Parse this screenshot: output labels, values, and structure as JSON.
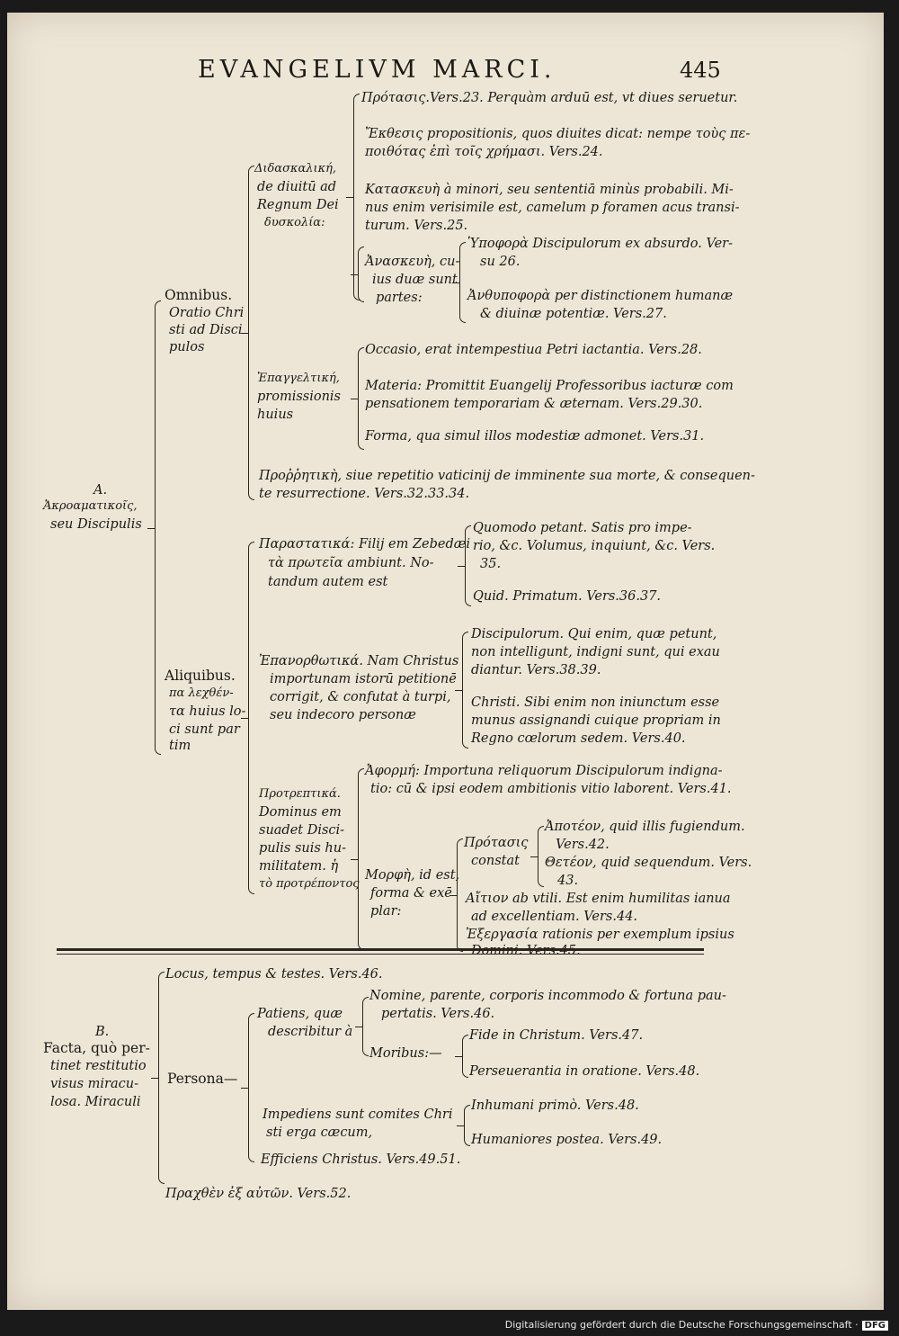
{
  "header": {
    "running_title": "EVANGELIVM MARCI.",
    "page_number": "445"
  },
  "A": {
    "label": "A.",
    "greek_head": "Ἀκροαματικοῖς,",
    "subtitle": "seu Discipulis",
    "omnibus": {
      "title": "Omnibus.",
      "desc": [
        "Oratio Chri",
        "sti ad Disci",
        "pulos"
      ],
      "didascalike": {
        "head": [
          "Διδασκαλική,",
          "de diuitū ad",
          "Regnum Dei",
          "δυσκολία:"
        ],
        "protasis": {
          "term": "Πρότασις.",
          "text": "Vers.23. Perquàm arduū est, vt diues seruetur."
        },
        "ekthesis": [
          "Ἔκθεσις propositionis, quos diuites dicat: nempe τοὺς πε-",
          "ποιθότας ἐπὶ τοῖς χρήμασι. Vers.24."
        ],
        "kataskeue": [
          "Κατασκευὴ à minori, seu sententiā minùs probabili. Mi-",
          "nus enim verisimile est, camelum p foramen acus transi-",
          "turum. Vers.25."
        ],
        "anaskeue": {
          "head": [
            "Ἀνασκευὴ, cu-",
            "ius duæ sunt",
            "partes:"
          ],
          "hypophora": [
            "Ὑποφορὰ Discipulorum ex absurdo. Ver-",
            "su 26."
          ],
          "anthypophora": [
            "Ἀνθυποφορὰ per distinctionem humanæ",
            "& diuinæ potentiæ. Vers.27."
          ]
        }
      },
      "epangeltike": {
        "head": [
          "Ἐπαγγελτική,",
          "promissionis",
          "huius"
        ],
        "occasio": "Occasio, erat intempestiua Petri iactantia. Vers.28.",
        "materia": [
          "Materia: Promittit Euangelij Professoribus iacturæ com",
          "pensationem temporariam & æternam. Vers.29.30."
        ],
        "forma": "Forma, qua simul illos modestiæ admonet. Vers.31."
      },
      "prorrhetike": [
        "Προῤῥητικὴ, siue repetitio vaticinij de imminente sua morte, & consequen-",
        "te resurrectione. Vers.32.33.34."
      ]
    },
    "aliquibus": {
      "title": "Aliquibus.",
      "desc": [
        "πα λεχθέν-",
        "τα huius lo-",
        "ci sunt par",
        "tim"
      ],
      "parastatike": {
        "head": [
          "Παραστατικά: Filij em Zebedæi",
          "τὰ πρωτεῖα ambiunt. No-",
          "tandum autem est"
        ],
        "quomodo": [
          "Quomodo petant. Satis pro impe-",
          "rio, &c. Volumus, inquiunt, &c. Vers.",
          "35."
        ],
        "quid": "Quid. Primatum. Vers.36.37."
      },
      "epanorthotike": {
        "head": [
          "Ἐπανορθωτικά. Nam Christus",
          "importunam istorū petitionē",
          "corrigit, & confutat à turpi,",
          "seu indecoro personæ"
        ],
        "discipulorum": [
          "Discipulorum. Qui enim, quæ petunt,",
          "non intelligunt, indigni sunt, qui exau",
          "diantur. Vers.38.39."
        ],
        "christi": [
          "Christi. Sibi enim non iniunctum esse",
          "munus assignandi cuique propriam in",
          "Regno cœlorum sedem. Vers.40."
        ]
      },
      "protreptike": {
        "head": [
          "Προτρεπτικά.",
          "Dominus em",
          "suadet Disci-",
          "pulis suis hu-",
          "militatem. ἡ",
          "τὸ προτρέποντος"
        ],
        "aphorme": [
          "Ἀφορμή: Importuna reliquorum Discipulorum indigna-",
          "tio: cū & ipsi eodem ambitionis vitio laborent. Vers.41."
        ],
        "morphe": {
          "head": [
            "Μορφὴ, id est,",
            "forma & exē",
            "plar:"
          ],
          "protasis": {
            "head": [
              "Πρότασις",
              "constat"
            ],
            "apoteon": [
              "Ἀποτέον, quid illis fugiendum.",
              "Vers.42."
            ],
            "theteon": [
              "Θετέον, quid sequendum. Vers.",
              "43."
            ]
          },
          "aition": [
            "Αἴτιον ab vtili. Est enim humilitas ianua",
            "ad excellentiam. Vers.44."
          ],
          "exergasia": [
            "Ἐξεργασία rationis per exemplum ipsius",
            "Domini. Vers.45."
          ]
        }
      }
    }
  },
  "B": {
    "label": "B.",
    "desc": [
      "Facta, quò per-",
      "tinet restitutio",
      "visus miracu-",
      "losa. Miraculi"
    ],
    "locus": "Locus, tempus & testes. Vers.46.",
    "persona": {
      "title": "Persona—",
      "patiens": {
        "head": [
          "Patiens, quæ",
          "describitur à"
        ],
        "nomine": [
          "Nomine, parente, corporis incommodo & fortuna pau-",
          "pertatis. Vers.46."
        ],
        "moribus": {
          "title": "Moribus:—",
          "fide": "Fide in Christum. Vers.47.",
          "perseuerantia": "Perseuerantia in oratione. Vers.48."
        }
      },
      "impediens": {
        "head": [
          "Impediens sunt comites Chri",
          "sti erga cæcum,"
        ],
        "inhumani": "Inhumani primò. Vers.48.",
        "humaniores": "Humaniores postea. Vers.49."
      },
      "efficiens": "Efficiens Christus. Vers.49.51."
    },
    "prachthen": "Πραχθὲν ἐξ αὐτῶν. Vers.52."
  },
  "footer": {
    "credit": "Digitalisierung gefördert durch die Deutsche Forschungsgemeinschaft ·",
    "logo": "DFG"
  }
}
